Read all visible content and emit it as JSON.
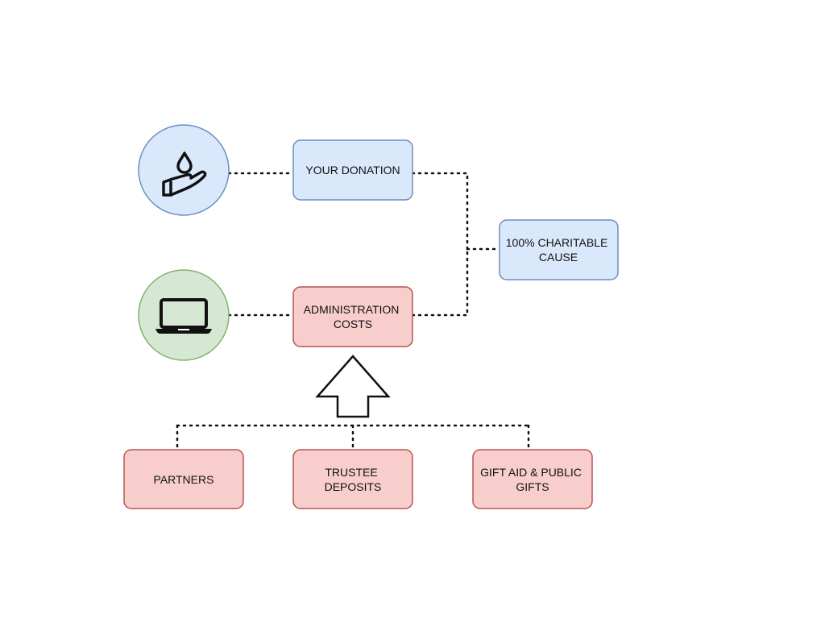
{
  "nodes": {
    "donation": {
      "lines": [
        "YOUR DONATION"
      ]
    },
    "charitable": {
      "lines": [
        "100% CHARITABLE",
        "CAUSE"
      ]
    },
    "admin": {
      "lines": [
        "ADMINISTRATION",
        "COSTS"
      ]
    },
    "partners": {
      "lines": [
        "PARTNERS"
      ]
    },
    "trustee": {
      "lines": [
        "TRUSTEE",
        "DEPOSITS"
      ]
    },
    "gift_aid": {
      "lines": [
        "GIFT AID & PUBLIC",
        "GIFTS"
      ]
    }
  },
  "icons": {
    "donation_icon": "hand-with-drop-icon",
    "admin_icon": "laptop-icon"
  },
  "colors": {
    "blue_fill": "#dae8fc",
    "blue_stroke": "#6c8ebf",
    "red_fill": "#f8cecc",
    "red_stroke": "#b85450",
    "green_fill": "#d5e8d4",
    "green_stroke": "#82b366"
  }
}
